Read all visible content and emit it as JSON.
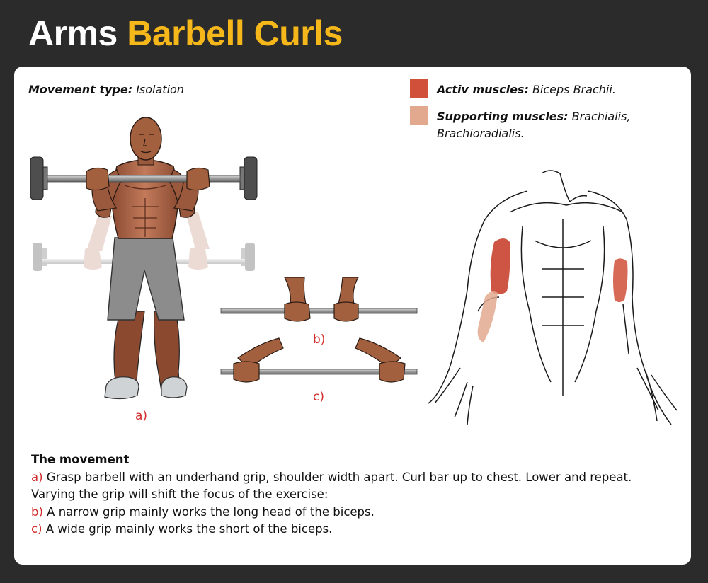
{
  "header": {
    "word1": "Arms",
    "word2": "Barbell Curls"
  },
  "movement_type": {
    "label": "Movement type:",
    "value": "Isolation"
  },
  "legend": {
    "active": {
      "label": "Activ muscles:",
      "value": "Biceps Brachii.",
      "color": "#d0503a"
    },
    "supporting": {
      "label": "Supporting muscles:",
      "value_line1": "Brachialis,",
      "value_line2": "Brachioradialis.",
      "color": "#e3a98f"
    }
  },
  "panels": {
    "a": "a)",
    "b": "b)",
    "c": "c)"
  },
  "movement": {
    "heading": "The movement",
    "lines": [
      {
        "letter": "a)",
        "text": " Grasp barbell with an underhand grip, shoulder width apart. Curl bar up to chest. Lower and repeat."
      },
      {
        "letter": "",
        "text": "Varying the grip will shift the focus of the exercise:"
      },
      {
        "letter": "b)",
        "text": " A narrow grip mainly works the long head of the biceps."
      },
      {
        "letter": "c)",
        "text": " A wide grip mainly works the short of the biceps."
      }
    ]
  }
}
